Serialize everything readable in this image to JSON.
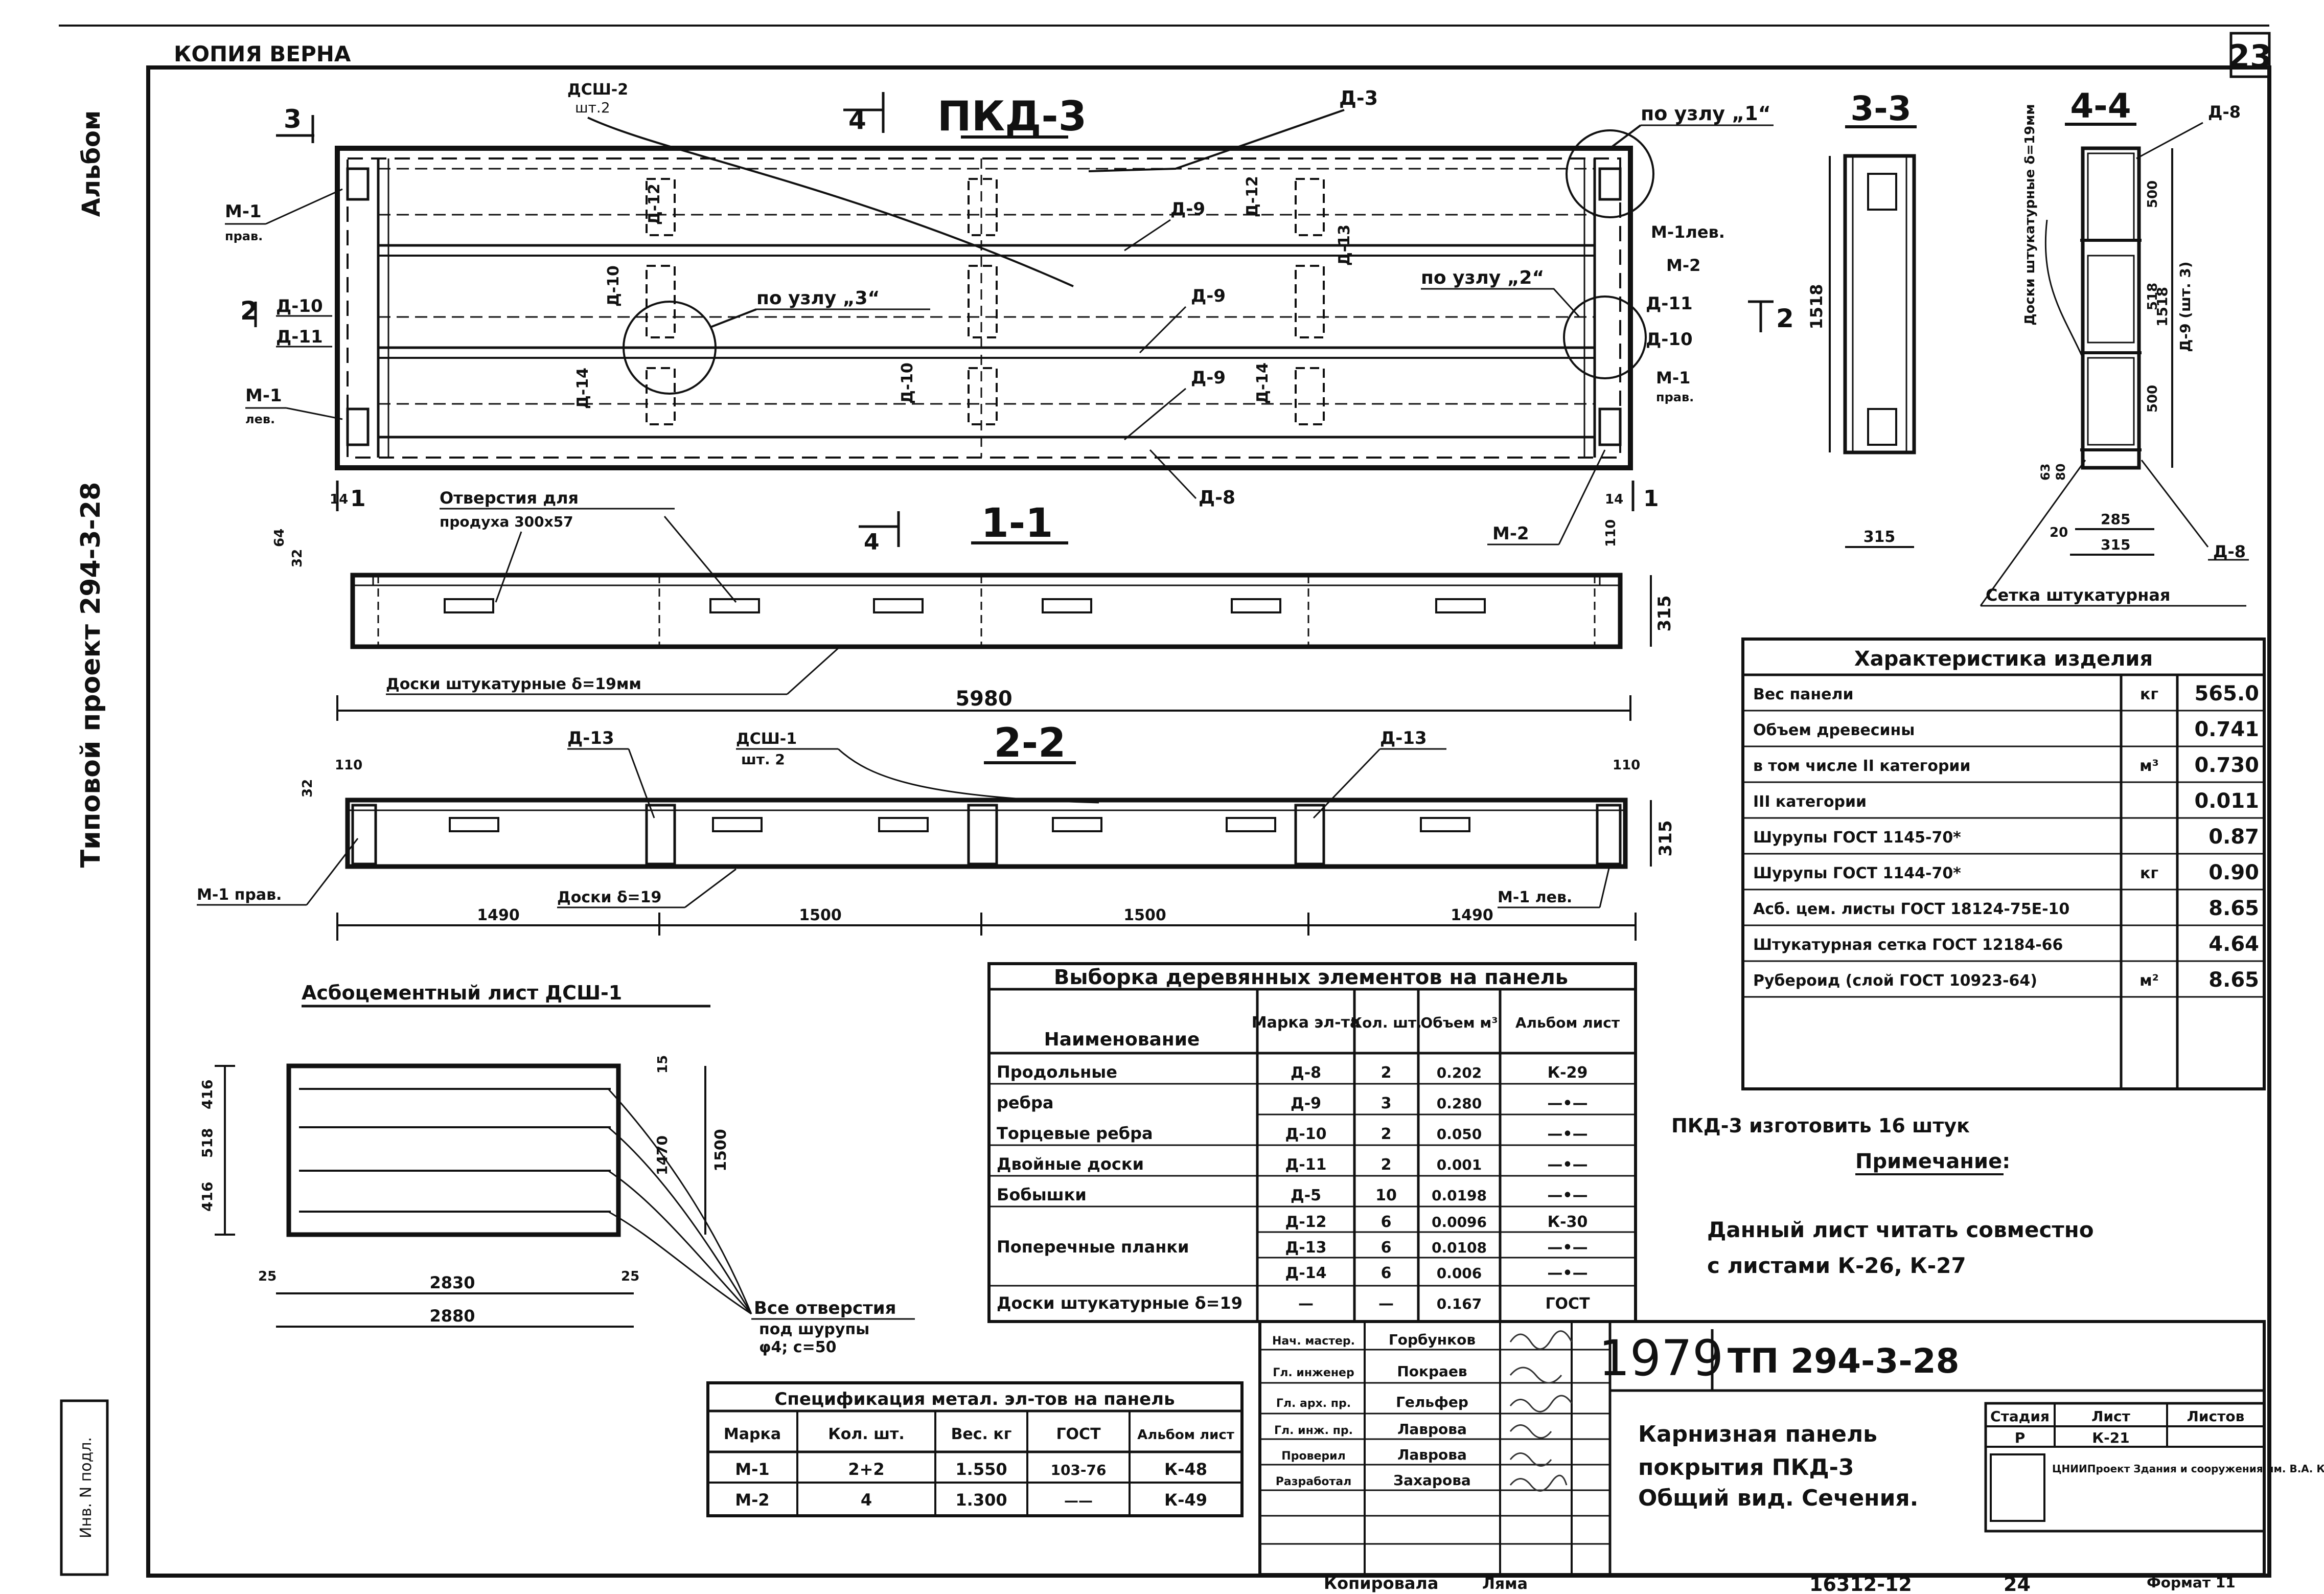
{
  "header": {
    "copy_label": "КОПИЯ ВЕРНА",
    "sheet_number": "23"
  },
  "side": {
    "album": "Альбом",
    "project": "Типовой проект 294-3-28",
    "inv_label": "Инв. N подл."
  },
  "plan": {
    "title": "ПКД-3",
    "sec3_left": "3",
    "sec4_top": "4",
    "sec2_left": "2",
    "sec2_right": "2",
    "sec1_bottom_left": "1",
    "sec1_bottom_right": "1",
    "dsh2_label": "ДСШ-2",
    "dsh2_sub": "шт.2",
    "d3_label": "Д-3",
    "uzel1": "по узлу „1“",
    "uzel2": "по узлу „2“",
    "uzel3": "по узлу „3“",
    "d9_a": "Д-9",
    "d9_b": "Д-9",
    "d9_c": "Д-9",
    "d12_a": "Д-12",
    "d12_b": "Д-12",
    "d13": "Д-13",
    "d10_left": "Д-10",
    "d11_left": "Д-11",
    "d10_right": "Д-10",
    "d11_right": "Д-11",
    "d10_mid": "Д-10",
    "d14_a": "Д-14",
    "d14_b": "Д-14",
    "d8": "Д-8",
    "d10_c": "Д-10",
    "m1_top": "М-1",
    "m1_top_sub": "прав.",
    "m1_bot": "М-1",
    "m1_bot_sub": "лев.",
    "m1_right_top": "М-1лев.",
    "m2_right_top": "М-2",
    "m1_right_bot": "М-1",
    "m1_right_bot_sub": "прав.",
    "m2_bottom": "М-2",
    "dim_left": "14",
    "dim_right": "14"
  },
  "section11": {
    "title": "1-1",
    "sec4": "4",
    "holes_label": "Отверстия для",
    "holes_sub": "продуха 300х57",
    "boards_label": "Доски штукатурные δ=19мм",
    "length": "5980",
    "h_315": "315",
    "dim_32": "32",
    "dim_110": "110",
    "dim_64": "64"
  },
  "section22": {
    "title": "2-2",
    "dsh1": "ДСШ-1",
    "dsh1_sub": "шт. 2",
    "d13_left": "Д-13",
    "d13_right": "Д-13",
    "m1_left": "М-1 прав.",
    "m1_right": "М-1 лев.",
    "boards": "Доски δ=19",
    "dims": [
      "1490",
      "1500",
      "1500",
      "1490"
    ],
    "h_315": "315",
    "dim_32": "32",
    "dim_110_l": "110",
    "dim_110_r": "110"
  },
  "section33": {
    "title": "3-3",
    "height": "1518",
    "width": "315"
  },
  "section44": {
    "title": "4-4",
    "d8_top": "Д-8",
    "boards_vert": "Доски штукатурные δ=19мм",
    "d9_vert": "Д-9 (шт. 3)",
    "h_total": "1518",
    "dims_right": [
      "500",
      "518",
      "500"
    ],
    "w_315": "315",
    "w_285": "285",
    "w_20": "20",
    "dim_80": "80",
    "dim_63": "63",
    "d8_bottom": "Д-8",
    "mesh": "Сетка штукатурная"
  },
  "dsh": {
    "title": "Асбоцементный лист ДСШ-1",
    "width_2830": "2830",
    "width_2880": "2880",
    "h_1500": "1500",
    "h_1470": "1470",
    "dims_left": [
      "416",
      "518",
      "416"
    ],
    "dim_25_l": "25",
    "dim_25_r": "25",
    "dim_15": "15",
    "holes_note": "Все отверстия",
    "holes_note2": "под шурупы",
    "holes_note3": "φ4; с=50"
  },
  "wood_table": {
    "title": "Выборка деревянных элементов на панель",
    "headers": [
      "Наименование",
      "Марка эл-та",
      "Кол. шт.",
      "Объем м³",
      "Альбом лист"
    ],
    "rows": [
      {
        "name": "Продольные",
        "mark": "Д-8",
        "qty": "2",
        "vol": "0.202",
        "sheet": "К-29"
      },
      {
        "name": "ребра",
        "mark": "Д-9",
        "qty": "3",
        "vol": "0.280",
        "sheet": "—•—"
      },
      {
        "name": "Торцевые ребра",
        "mark": "Д-10",
        "qty": "2",
        "vol": "0.050",
        "sheet": "—•—"
      },
      {
        "name": "Двойные доски",
        "mark": "Д-11",
        "qty": "2",
        "vol": "0.001",
        "sheet": "—•—"
      },
      {
        "name": "Бобышки",
        "mark": "Д-5",
        "qty": "10",
        "vol": "0.0198",
        "sheet": "—•—"
      },
      {
        "name": "",
        "mark": "Д-12",
        "qty": "6",
        "vol": "0.0096",
        "sheet": "К-30"
      },
      {
        "name": "Поперечные планки",
        "mark": "Д-13",
        "qty": "6",
        "vol": "0.0108",
        "sheet": "—•—"
      },
      {
        "name": "",
        "mark": "Д-14",
        "qty": "6",
        "vol": "0.006",
        "sheet": "—•—"
      },
      {
        "name": "Доски штукатурные δ=19",
        "mark": "—",
        "qty": "—",
        "vol": "0.167",
        "sheet": "ГОСТ"
      }
    ]
  },
  "char_table": {
    "title": "Характеристика изделия",
    "rows": [
      {
        "label": "Вес панели",
        "unit": "кг",
        "value": "565.0"
      },
      {
        "label": "Объем древесины",
        "unit": "",
        "value": "0.741"
      },
      {
        "label": "в том числе II категории",
        "unit": "м³",
        "value": "0.730"
      },
      {
        "label": "III категории",
        "unit": "",
        "value": "0.011"
      },
      {
        "label": "Шурупы ГОСТ 1145-70*",
        "unit": "",
        "value": "0.87"
      },
      {
        "label": "Шурупы ГОСТ 1144-70*",
        "unit": "кг",
        "value": "0.90"
      },
      {
        "label": "Асб. цем. листы ГОСТ 18124-75Е-10",
        "unit": "",
        "value": "8.65"
      },
      {
        "label": "Штукатурная сетка ГОСТ 12184-66",
        "unit": "",
        "value": "4.64"
      },
      {
        "label": "Рубероид (слой ГОСТ 10923-64)",
        "unit": "м²",
        "value": "8.65"
      }
    ]
  },
  "notes": {
    "make_qty": "ПКД-3 изготовить 16 штук",
    "note_title": "Примечание:",
    "note_line1": "Данный лист читать совместно",
    "note_line2": "с листами К-26, К-27"
  },
  "spec_table": {
    "title": "Спецификация метал. эл-тов на панель",
    "headers": [
      "Марка",
      "Кол. шт.",
      "Вес. кг",
      "ГОСТ",
      "Альбом лист"
    ],
    "rows": [
      {
        "mark": "М-1",
        "qty": "2+2",
        "weight": "1.550",
        "gost": "103-76",
        "sheet": "К-48"
      },
      {
        "mark": "М-2",
        "qty": "4",
        "weight": "1.300",
        "gost": "——",
        "sheet": "К-49"
      }
    ]
  },
  "stamp": {
    "year": "1979",
    "code": "ТП 294-3-28",
    "title_l1": "Карнизная панель",
    "title_l2": "покрытия ПКД-3",
    "title_l3": "Общий вид. Сечения.",
    "stage_label": "Стадия",
    "stage": "Р",
    "sheet_label": "Лист",
    "sheet": "К-21",
    "sheets_label": "Листов",
    "org": "ЦНИИПроект Здания и сооружения им. В.А. Кучеренко",
    "roles": [
      "Нач. мастер.",
      "Гл. инженер",
      "Гл. арх. пр.",
      "Гл. инж. пр.",
      "Проверил",
      "Разработал"
    ],
    "names": [
      "Горбунков",
      "Покраев",
      "Гельфер",
      "Лаврова",
      "Лаврова",
      "Захарова"
    ],
    "copied": "Копировала",
    "copied_name": "Ляма",
    "num": "16312-12",
    "page": "24",
    "format": "Формат 11"
  }
}
